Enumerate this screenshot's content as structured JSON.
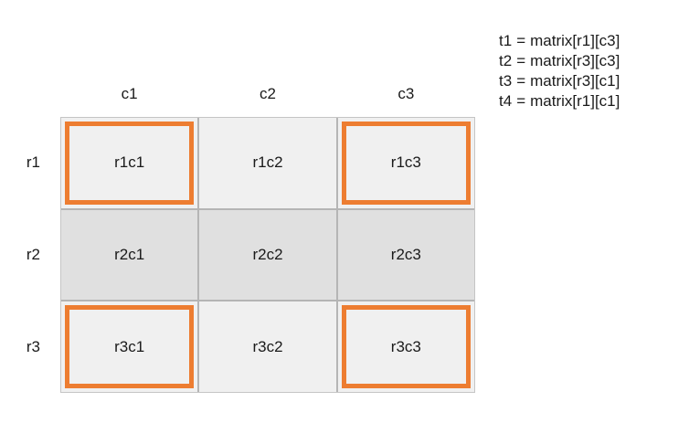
{
  "matrix": {
    "columns": [
      "c1",
      "c2",
      "c3"
    ],
    "rows": [
      "r1",
      "r2",
      "r3"
    ],
    "cells": [
      [
        "r1c1",
        "r1c2",
        "r1c3"
      ],
      [
        "r2c1",
        "r2c2",
        "r2c3"
      ],
      [
        "r3c1",
        "r3c2",
        "r3c3"
      ]
    ],
    "highlighted": [
      "r1c1",
      "r1c3",
      "r3c1",
      "r3c3"
    ]
  },
  "assignments": [
    {
      "name": "t1",
      "eq": "=",
      "expr": "matrix[r1][c3]"
    },
    {
      "name": "t2",
      "eq": "=",
      "expr": "matrix[r3][c3]"
    },
    {
      "name": "t3",
      "eq": "=",
      "expr": "matrix[r3][c1]"
    },
    {
      "name": "t4",
      "eq": "=",
      "expr": "matrix[r1][c1]"
    }
  ],
  "colors": {
    "highlight": "#ED7D31",
    "cell_light": "#F0F0F0",
    "cell_dark": "#E0E0E0",
    "grid_line": "#B5B5B5",
    "grid_outline": "#C5C5C5",
    "text": "#1A1A1A",
    "background": "#FFFFFF"
  }
}
